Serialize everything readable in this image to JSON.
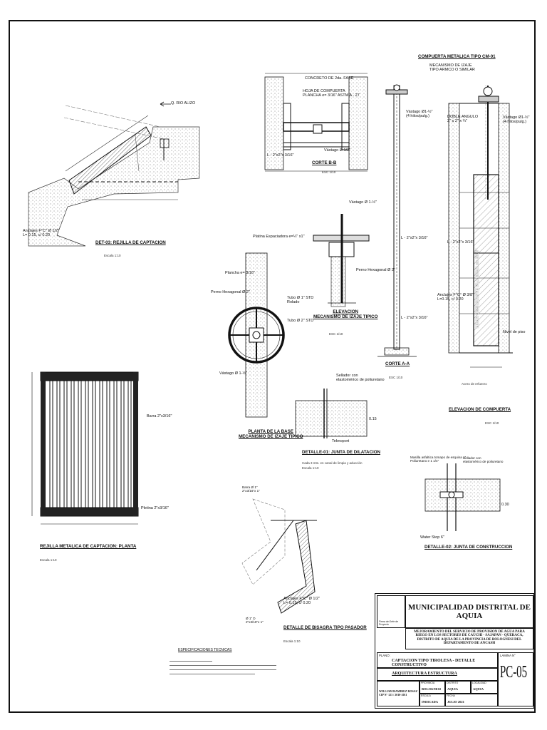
{
  "details": {
    "det03_title": "DET-03: REJILLA DE CAPTACION",
    "det03_scale": "Escala 1:10",
    "det03_flow": "Q. RIO ALIZO",
    "det03_anchor": "Anclajes F°C° Ø 1/2\"\nL= 0.15, c/ 0.20",
    "corte_bb": "CORTE B-B",
    "corte_bb_scale": "ESC 1/10",
    "concreto": "CONCRETO DE 2da. FASE",
    "hoja": "HOJA DE COMPUERTA\nPLANCHA e= 3/16\" ASTM A - 27",
    "angulos_bb": "L - 2\"x2\"x 3/16\"",
    "vastago_bb": "Vástago Ø 1/2\"",
    "compuerta_title": "COMPUERTA METALICA TIPO CM-01",
    "mecanismo_izaje": "MECANISMO DE IZAJE\nTIPO ARMCO O SIMILAR",
    "vastago_a": "Vástago Ø1-½\"\n(4 hilos/pulg.)",
    "angulo_a": "L - 2\"x2\"x 3/16\"",
    "corte_aa": "CORTE A-A",
    "corte_aa_scale": "ESC 1/10",
    "doble_angulo": "DOBLE ANGULO\n2\" x 2\" x ¼\"",
    "hoja_deslizante": "HOJA DESLIZANTE\nPLANCHA e= 3/16\"",
    "anclajes_comp": "Anclajes F°C° Ø 3/8\"\nL=0.15, c/ 0.20",
    "nivel_piso": "Nivel de piso",
    "acero_refuerzo": "Acero de refuerzo",
    "elevacion_compuerta": "ELEVACION DE COMPUERTA",
    "elev_comp_scale": "ESC 1/10",
    "placa_espaciadora": "Platina Espaciadora e=¼\" x1\"",
    "plancha": "Plancha e= 3/16\"",
    "perno_hex": "Perno Hexagonal Ø 2\"",
    "tubo_1": "Tubo Ø 1\" STD\nRolado",
    "tubo_2": "Tubo Ø 2\" STD",
    "vastago_base": "Vástago Ø 1-½\"",
    "planta_base": "PLANTA DE LA BASE\nMECANISMO DE IZAJE TIPICO",
    "vastago_elev": "Vástago Ø 1-½\"",
    "perno_elev": "Perno Hexagonal Ø 2\"",
    "elev_mecanismo": "ELEVACION\nMECANISMO DE IZAJE TIPICO",
    "elev_mec_scale": "ESC 1/10",
    "sellador": "Sellador con\nelastomérico de poliuretano",
    "teknoport": "Teknoport",
    "det01_title": "DETALLE-01: JUNTA DE DILATACION",
    "det01_note": "Cada 3 mts. en canal de limpia y aducción",
    "det01_scale": "Escala 1:10",
    "det01_dim": "0.15",
    "rejilla_title": "REJILLA METALICA DE CAPTACION: PLANTA",
    "rejilla_scale": "Escala 1:10",
    "rejilla_barra": "Barra 2\"x3/16\"",
    "rejilla_tapa": "Pletina 2\"x3/16\"",
    "det02_title": "DETALLE-02: JUNTA DE CONSTRUCCION",
    "det02_mastic": "Masilla asfaltica tomapo de esquina 1\"\nPoliuretano e 1 1/4\"",
    "det02_sellador": "Sellador con\nelastomérico de poliuretano",
    "det02_water": "Water Stop 6\"",
    "det02_dim": "0.30",
    "bisagra_title": "DETALLE DE BISAGRA TIPO PASADOR",
    "bisagra_scale": "Escala 1:10",
    "bisagra_anclaje": "Anclajes F°C° Ø 1/2\"\nL= 0.15, c/ 0.20",
    "bisagra_top": "Barra Ø 1\"\n2\"x3/16\"x 1\"",
    "bisagra_bottom": "Ø 1\" D\n2\"x3/16\"x 1\"",
    "especificaciones": "ESPECIFICACIONES TECNICAS"
  },
  "title_block": {
    "entity": "MUNICIPALIDAD DISTRITAL DE\nAQUIA",
    "signature_caption": "Firma del Jefe de Proyecto",
    "project": "MEJORAMIENTO DEL SERVICIO DE PROVISION DE AGUA PARA RIEGO EN LOS SECTORES DE CAUCHI - SAJAPAN - QUERACA, DISTRITO DE AQUIA DE LA PROVINCIA DE BOLOGNESI DEL DEPARTAMENTO DE ANCASH",
    "plano_label": "PLANO:",
    "plano": "CAPTACION TIPO TIROLESA - DETALLE CONSTRUCTIVO",
    "especialidad": "ARQUITECTURA ESTRUCTURA",
    "lamina_label": "LAMINA N°",
    "lamina": "PC-05",
    "proyectista": "WILLIAM RAMIREZ ROSAZ\nCIP N° 123 / 2010-2011",
    "provincia_label": "PROVINCIA",
    "provincia": "BOLOGNESI",
    "distrito_label": "DISTRITO",
    "distrito": "AQUIA",
    "localidad_label": "LOCALIDAD",
    "localidad": "AQUIA",
    "escala_label": "ESCALA",
    "escala": "INDICADA",
    "fecha_label": "FECHA",
    "fecha": "JULIO 2021"
  }
}
